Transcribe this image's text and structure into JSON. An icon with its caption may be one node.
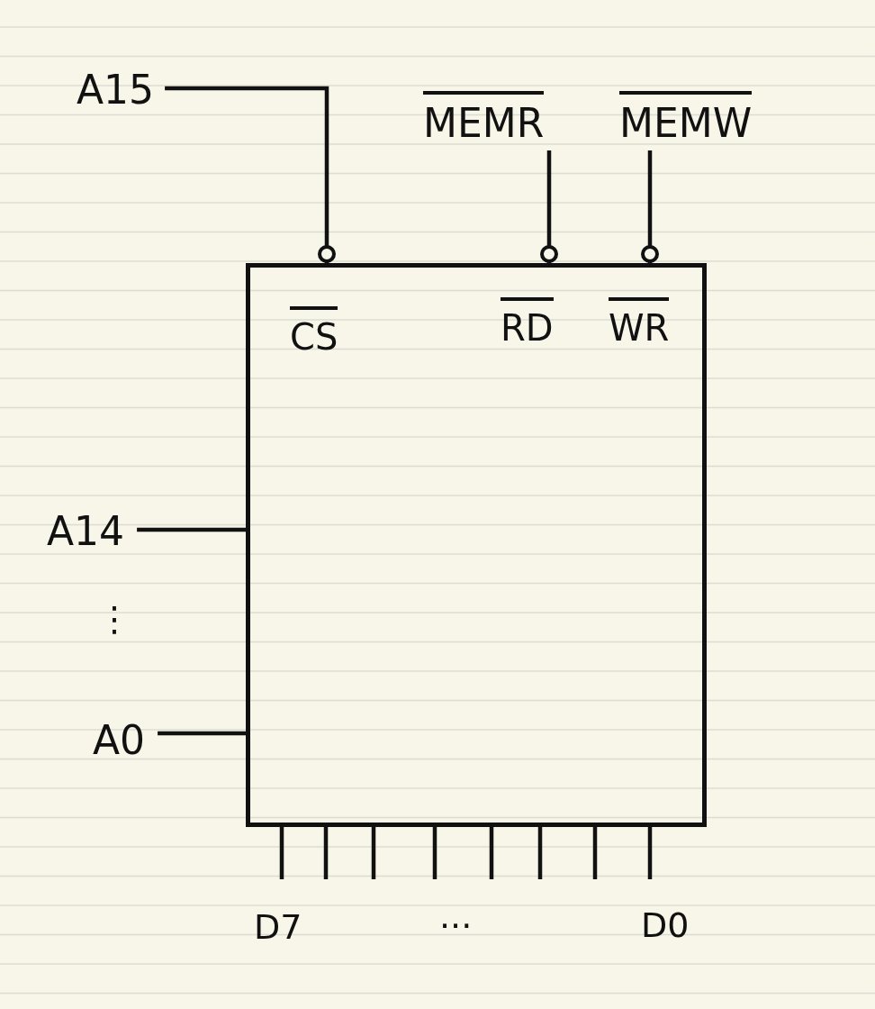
{
  "diagram": {
    "nodes": [
      {
        "text": [
          "A15"
        ]
      },
      {
        "text": [
          "MEMR"
        ]
      },
      {
        "text": [
          "MEMW"
        ]
      },
      {
        "text": [
          "CS",
          "RD",
          "WR"
        ]
      },
      {
        "text": [
          "A14"
        ]
      },
      {
        "text": [
          "A0"
        ]
      }
    ],
    "edges": [
      {
        "from": 0,
        "to": 3,
        "arrow": "other"
      },
      {
        "from": 1,
        "to": 3,
        "arrow": "other"
      },
      {
        "from": 2,
        "to": 3,
        "arrow": "other"
      },
      {
        "from": 4,
        "to": 3,
        "arrow": "none"
      },
      {
        "from": 5,
        "to": 3,
        "arrow": "none"
      },
      {
        "from": 3,
        "to": null,
        "arrow": "none"
      },
      {
        "from": 3,
        "to": null,
        "arrow": "none"
      },
      {
        "from": 3,
        "to": null,
        "arrow": "none"
      },
      {
        "from": 3,
        "to": null,
        "arrow": "none"
      },
      {
        "from": 3,
        "to": null,
        "arrow": "none"
      },
      {
        "from": 3,
        "to": null,
        "arrow": "none"
      },
      {
        "from": 3,
        "to": null,
        "arrow": "none"
      },
      {
        "from": 3,
        "to": null,
        "arrow": "none"
      }
    ],
    "labels": [
      "⋮",
      "D7",
      "...",
      "D0"
    ]
  }
}
